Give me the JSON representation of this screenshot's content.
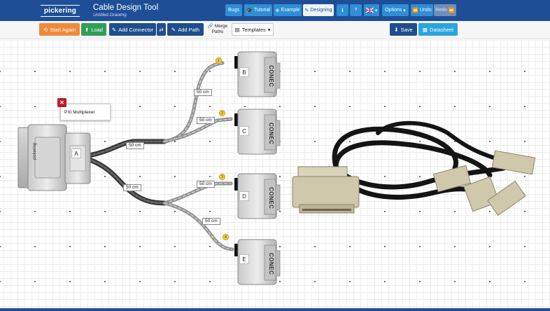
{
  "header": {
    "logo_text": "pickering",
    "app_title": "Cable Design Tool",
    "app_subtitle": "Untitled Drawing",
    "nav": [
      {
        "label": "Bugs",
        "icon": ""
      },
      {
        "label": "Tutorial",
        "icon": "graduation-icon"
      },
      {
        "label": "Example",
        "icon": "circle-plus-icon"
      },
      {
        "label": "Designing",
        "icon": "pencil-icon",
        "active": true
      },
      {
        "label": "",
        "icon": "info-icon"
      },
      {
        "label": "",
        "icon": "question-icon"
      },
      {
        "label": "",
        "icon": "uk-flag-icon"
      },
      {
        "label": "Options",
        "icon": ""
      },
      {
        "label": "Undo",
        "icon": "undo-icon"
      },
      {
        "label": "Redo",
        "icon": "redo-icon",
        "disabled": true
      }
    ]
  },
  "toolbar": {
    "start_again": "Start Again",
    "load": "Load",
    "add_connector": "Add Connector",
    "add_path": "Add Path",
    "merge_line1": "Merge",
    "merge_line2": "Paths",
    "templates": "Templates",
    "save": "Save",
    "datasheet": "Datasheet"
  },
  "canvas": {
    "tooltip": "PXI Multiplexer",
    "source_connector": {
      "letter": "A",
      "brand": "pickering"
    },
    "connectors": [
      {
        "letter": "B",
        "brand": "CONEC",
        "number": "1"
      },
      {
        "letter": "C",
        "brand": "CONEC",
        "number": "2"
      },
      {
        "letter": "D",
        "brand": "CONEC",
        "number": "3"
      },
      {
        "letter": "E",
        "brand": "CONEC",
        "number": "4"
      }
    ],
    "lengths": [
      "50 cm",
      "50 cm",
      "50 cm",
      "50 cm",
      "50 cm",
      "50 cm"
    ]
  },
  "colors": {
    "header": "#1e4f96",
    "nav_button": "#2e8ed6",
    "start_again": "#f08a3a",
    "load": "#2f9e59",
    "navy": "#1f4e8c",
    "datasheet": "#29a5dc",
    "close": "#b8202a",
    "pin_marker": "#f2d33a"
  }
}
